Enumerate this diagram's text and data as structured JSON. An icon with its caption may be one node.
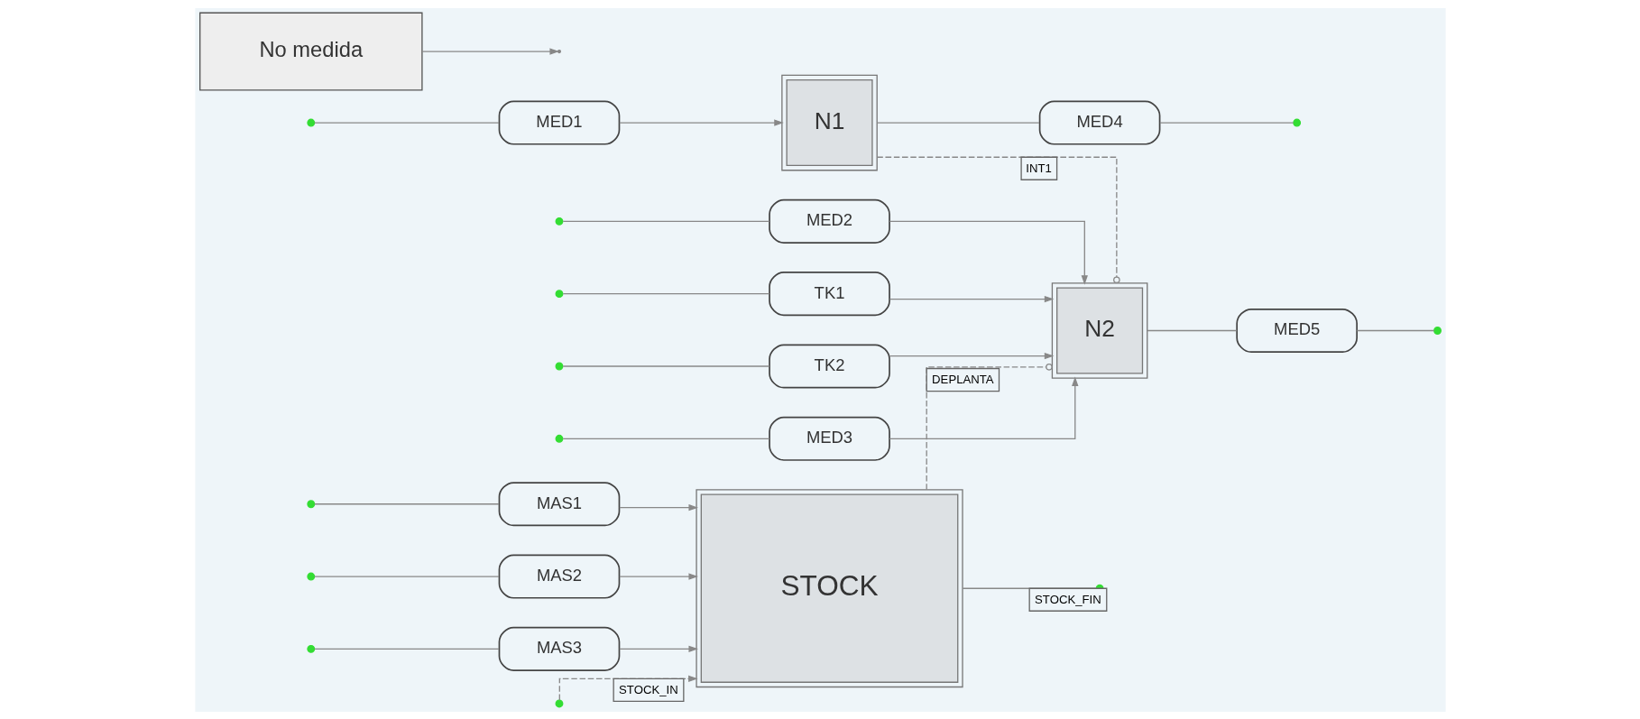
{
  "diagram": {
    "nodes": [
      {
        "text": [
          "MED1"
        ]
      },
      {
        "text": [
          "N1"
        ]
      },
      {
        "text": [
          "MED4"
        ]
      },
      {
        "text": [
          "MED2"
        ]
      },
      {
        "text": [
          "TK1"
        ]
      },
      {
        "text": [
          "TK2"
        ]
      },
      {
        "text": [
          "MED3"
        ]
      },
      {
        "text": [
          "N2"
        ]
      },
      {
        "text": [
          "MED5"
        ]
      },
      {
        "text": [
          "STOCK"
        ]
      },
      {
        "text": [
          "MAS1"
        ]
      },
      {
        "text": [
          "MAS2"
        ]
      },
      {
        "text": [
          "MAS3"
        ]
      },
      {
        "text": [
          "No medida"
        ]
      }
    ],
    "edges": [
      {
        "from": null,
        "to": 0,
        "arrow": "none"
      },
      {
        "from": 0,
        "to": 1,
        "arrow": "to"
      },
      {
        "from": 1,
        "to": 2,
        "arrow": "none"
      },
      {
        "from": 2,
        "to": null,
        "arrow": "none"
      },
      {
        "from": null,
        "to": 3,
        "arrow": "none"
      },
      {
        "from": 3,
        "to": 7,
        "arrow": "to"
      },
      {
        "from": null,
        "to": 4,
        "arrow": "none"
      },
      {
        "from": 4,
        "to": 7,
        "arrow": "to"
      },
      {
        "from": null,
        "to": 5,
        "arrow": "none"
      },
      {
        "from": 5,
        "to": 7,
        "arrow": "to"
      },
      {
        "from": null,
        "to": 6,
        "arrow": "none"
      },
      {
        "from": 6,
        "to": 7,
        "arrow": "to"
      },
      {
        "from": 1,
        "to": 7,
        "arrow": "other",
        "label": "INT1",
        "style": "dashed"
      },
      {
        "from": null,
        "to": 9,
        "arrow": "to",
        "label": "STOCK_IN",
        "style": "dashed"
      },
      {
        "from": 9,
        "to": null,
        "arrow": "none",
        "label": "STOCK_FIN"
      },
      {
        "from": null,
        "to": 10,
        "arrow": "none"
      },
      {
        "from": 10,
        "to": 9,
        "arrow": "to"
      },
      {
        "from": null,
        "to": 11,
        "arrow": "none"
      },
      {
        "from": 11,
        "to": 9,
        "arrow": "to"
      },
      {
        "from": null,
        "to": 12,
        "arrow": "none"
      },
      {
        "from": 12,
        "to": 9,
        "arrow": "to"
      },
      {
        "from": 9,
        "to": 7,
        "arrow": "other",
        "label": "DEPLANTA",
        "style": "dashed"
      },
      {
        "from": 7,
        "to": 8,
        "arrow": "none"
      },
      {
        "from": 8,
        "to": null,
        "arrow": "none"
      },
      {
        "from": 13,
        "to": null,
        "arrow": "to"
      }
    ]
  }
}
